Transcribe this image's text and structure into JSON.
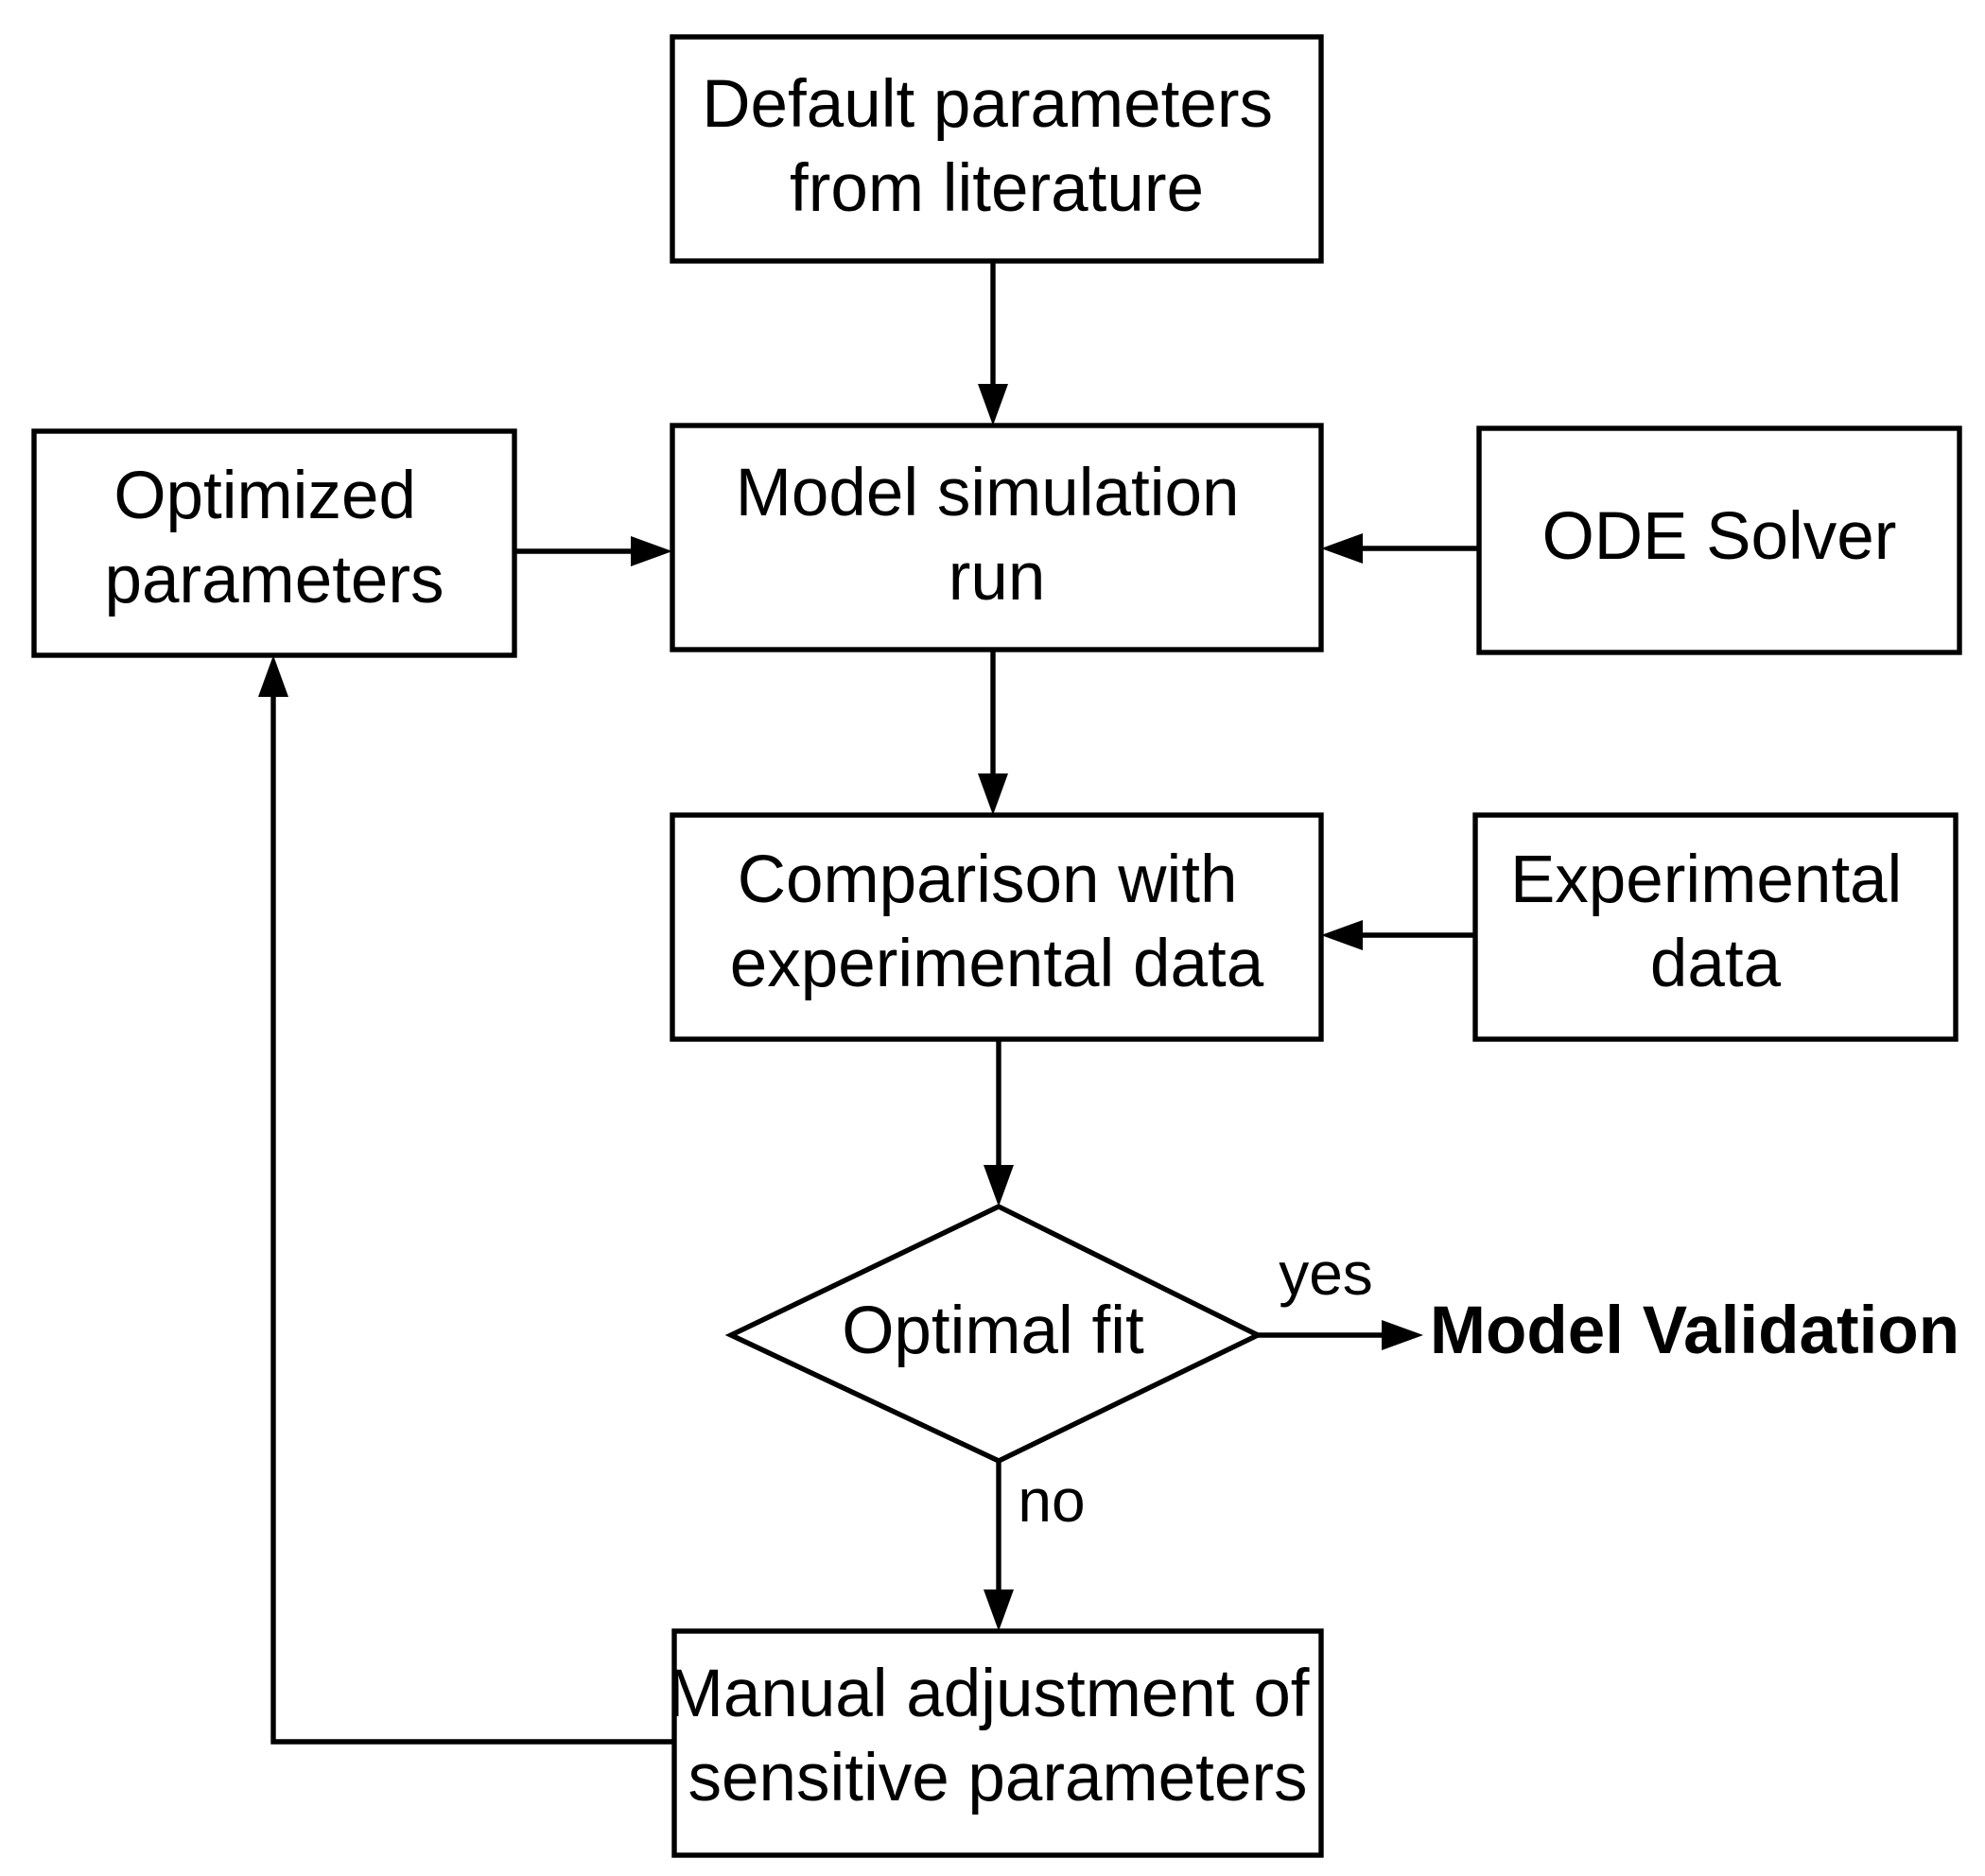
{
  "nodes": {
    "default_params": {
      "lines": [
        "Default parameters",
        "from literature"
      ]
    },
    "model_sim": {
      "lines": [
        "Model simulation",
        "run"
      ]
    },
    "optimized": {
      "lines": [
        "Optimized",
        "parameters"
      ]
    },
    "ode": {
      "lines": [
        "ODE Solver"
      ]
    },
    "comparison": {
      "lines": [
        "Comparison with",
        "experimental data"
      ]
    },
    "exp_data": {
      "lines": [
        "Experimental",
        "data"
      ]
    },
    "optimal_fit": {
      "lines": [
        "Optimal fit"
      ]
    },
    "validation": {
      "lines": [
        "Model Validation"
      ]
    },
    "manual": {
      "lines": [
        "Manual adjustment of",
        "sensitive parameters"
      ]
    }
  },
  "edges": {
    "yes": "yes",
    "no": "no"
  }
}
